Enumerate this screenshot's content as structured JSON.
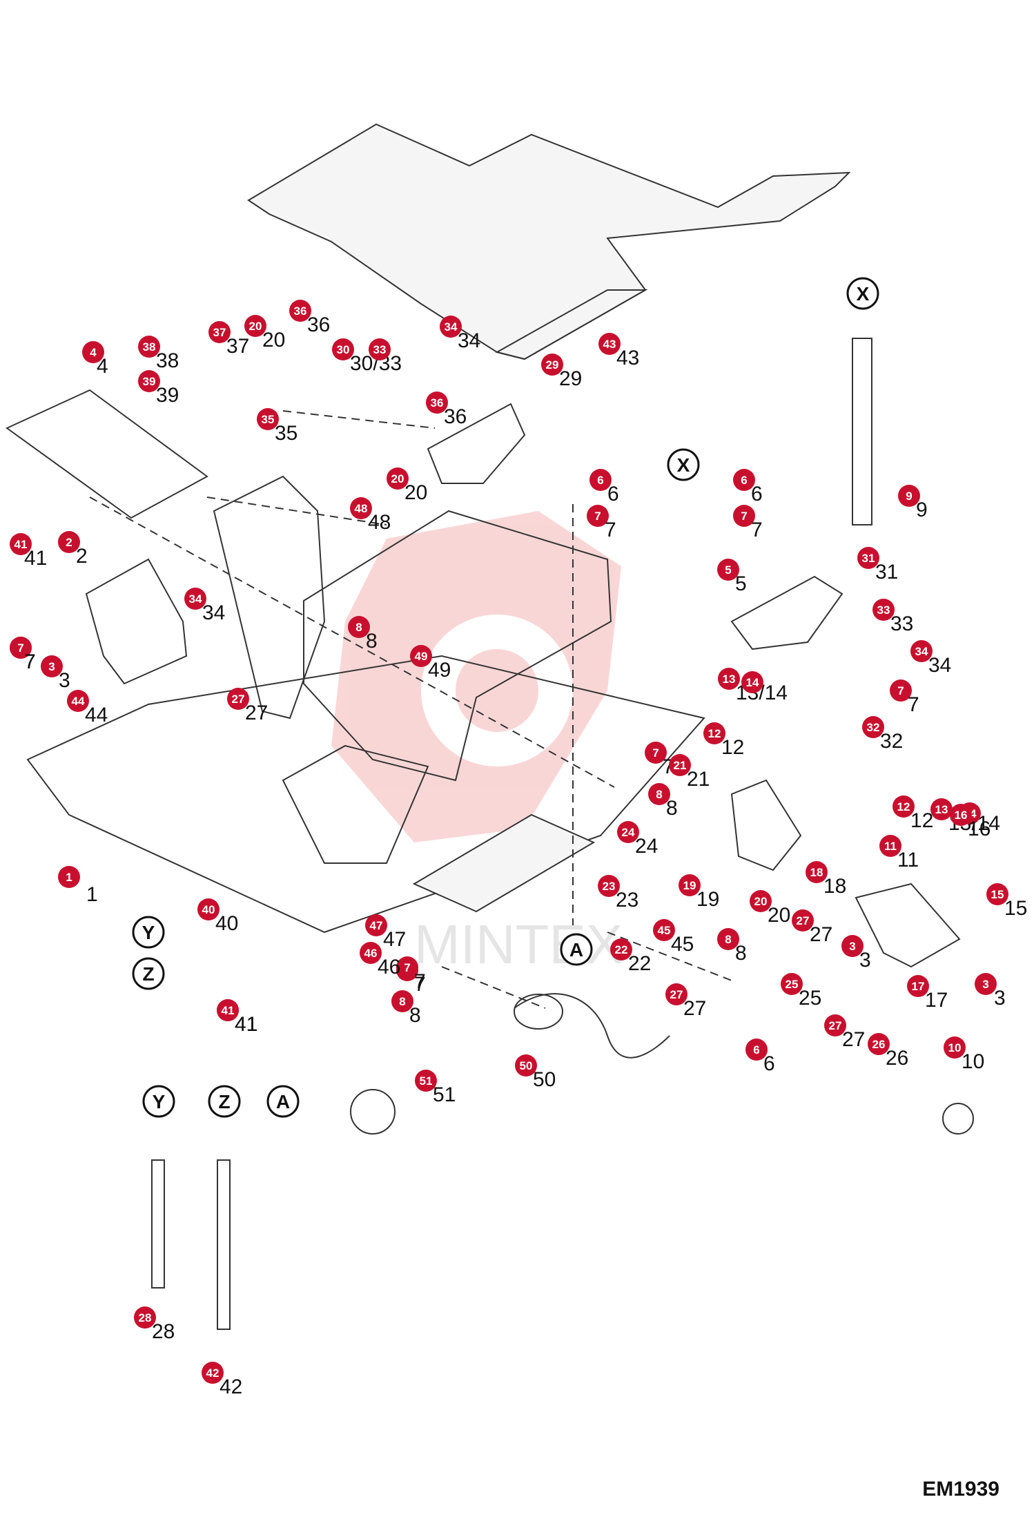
{
  "diagram": {
    "code": "EM1939",
    "badge_color": "#c8102e",
    "watermark_text": "MINTEX",
    "ref_markers": [
      "X",
      "X",
      "Y",
      "Z",
      "A",
      "Y",
      "Z",
      "A"
    ],
    "callouts": [
      {
        "n": "1",
        "text": "1"
      },
      {
        "n": "2",
        "text": "2"
      },
      {
        "n": "3",
        "text": "3"
      },
      {
        "n": "3",
        "text": "3"
      },
      {
        "n": "3",
        "text": "3"
      },
      {
        "n": "4",
        "text": "4"
      },
      {
        "n": "5",
        "text": "5"
      },
      {
        "n": "6",
        "text": "6"
      },
      {
        "n": "6",
        "text": "6"
      },
      {
        "n": "6",
        "text": "6"
      },
      {
        "n": "7",
        "text": "7"
      },
      {
        "n": "7",
        "text": "7"
      },
      {
        "n": "7",
        "text": "7"
      },
      {
        "n": "7",
        "text": "7"
      },
      {
        "n": "7",
        "text": "7"
      },
      {
        "n": "7",
        "text": "7"
      },
      {
        "n": "7",
        "text": "7"
      },
      {
        "n": "7",
        "text": "7"
      },
      {
        "n": "8",
        "text": "8"
      },
      {
        "n": "8",
        "text": "8"
      },
      {
        "n": "8",
        "text": "8"
      },
      {
        "n": "8",
        "text": "8"
      },
      {
        "n": "9",
        "text": "9"
      },
      {
        "n": "10",
        "text": "10"
      },
      {
        "n": "11",
        "text": "11"
      },
      {
        "n": "12",
        "text": "12"
      },
      {
        "n": "12",
        "text": "12"
      },
      {
        "n": "13",
        "text": "13/14"
      },
      {
        "n": "14",
        "text": ""
      },
      {
        "n": "13",
        "text": "13/14"
      },
      {
        "n": "14",
        "text": ""
      },
      {
        "n": "15",
        "text": "15"
      },
      {
        "n": "16",
        "text": "16"
      },
      {
        "n": "17",
        "text": "17"
      },
      {
        "n": "18",
        "text": "18"
      },
      {
        "n": "19",
        "text": "19"
      },
      {
        "n": "20",
        "text": "20"
      },
      {
        "n": "20",
        "text": "20"
      },
      {
        "n": "20",
        "text": "20"
      },
      {
        "n": "21",
        "text": "21"
      },
      {
        "n": "22",
        "text": "22"
      },
      {
        "n": "23",
        "text": "23"
      },
      {
        "n": "24",
        "text": "24"
      },
      {
        "n": "25",
        "text": "25"
      },
      {
        "n": "26",
        "text": "26"
      },
      {
        "n": "27",
        "text": "27"
      },
      {
        "n": "27",
        "text": "27"
      },
      {
        "n": "27",
        "text": "27"
      },
      {
        "n": "27",
        "text": "27"
      },
      {
        "n": "28",
        "text": "28"
      },
      {
        "n": "29",
        "text": "29"
      },
      {
        "n": "30",
        "text": "30/33"
      },
      {
        "n": "33",
        "text": ""
      },
      {
        "n": "31",
        "text": "31"
      },
      {
        "n": "32",
        "text": "32"
      },
      {
        "n": "33",
        "text": "33"
      },
      {
        "n": "34",
        "text": "34"
      },
      {
        "n": "34",
        "text": "34"
      },
      {
        "n": "34",
        "text": "34"
      },
      {
        "n": "35",
        "text": "35"
      },
      {
        "n": "36",
        "text": "36"
      },
      {
        "n": "36",
        "text": "36"
      },
      {
        "n": "37",
        "text": "37"
      },
      {
        "n": "38",
        "text": "38"
      },
      {
        "n": "39",
        "text": "39"
      },
      {
        "n": "40",
        "text": "40"
      },
      {
        "n": "41",
        "text": "41"
      },
      {
        "n": "41",
        "text": "41"
      },
      {
        "n": "41",
        "text": "41"
      },
      {
        "n": "42",
        "text": "42"
      },
      {
        "n": "43",
        "text": "43"
      },
      {
        "n": "44",
        "text": "44"
      },
      {
        "n": "45",
        "text": "45"
      },
      {
        "n": "46",
        "text": "46"
      },
      {
        "n": "47",
        "text": "47"
      },
      {
        "n": "48",
        "text": "48"
      },
      {
        "n": "49",
        "text": "49"
      },
      {
        "n": "50",
        "text": "50"
      },
      {
        "n": "51",
        "text": "51"
      }
    ]
  }
}
